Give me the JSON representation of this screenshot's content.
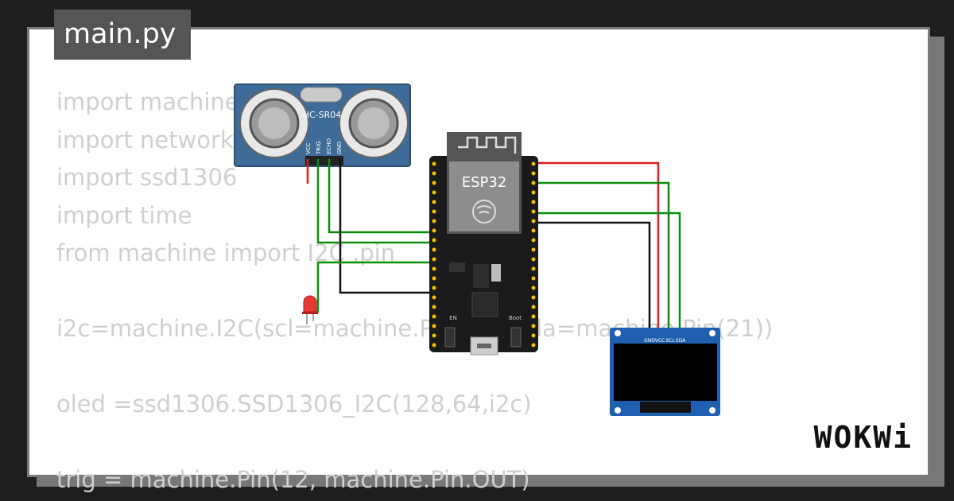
{
  "file_tab": {
    "label": "main.py"
  },
  "code_lines": [
    "import machine",
    "import network",
    "import ssd1306",
    "import time",
    "from machine import I2C ,pin",
    "",
    "i2c=machine.I2C(scl=machine.Pin(22), sda=machine.Pin(21))",
    "",
    "oled =ssd1306.SSD1306_I2C(128,64,i2c)",
    "",
    "trig = machine.Pin(12, machine.Pin.OUT)"
  ],
  "brand": {
    "logo_text": "WOKWi"
  },
  "components": {
    "ultrasonic": {
      "name": "HC-SR04",
      "pins": [
        "VCC",
        "TRIG",
        "ECHO",
        "GND"
      ]
    },
    "mcu": {
      "name": "ESP32",
      "buttons": [
        "EN",
        "Boot"
      ]
    },
    "oled": {
      "pins": [
        "GND",
        "VCC",
        "SCL",
        "SDA"
      ]
    }
  },
  "colors": {
    "wire_red": "#e11d1d",
    "wire_green": "#0b8f0b",
    "wire_black": "#111111",
    "board": "#1a1a1a",
    "sensor_pcb": "#3f6b98",
    "oled_pcb": "#1f5fb0",
    "led": "#e53935"
  }
}
